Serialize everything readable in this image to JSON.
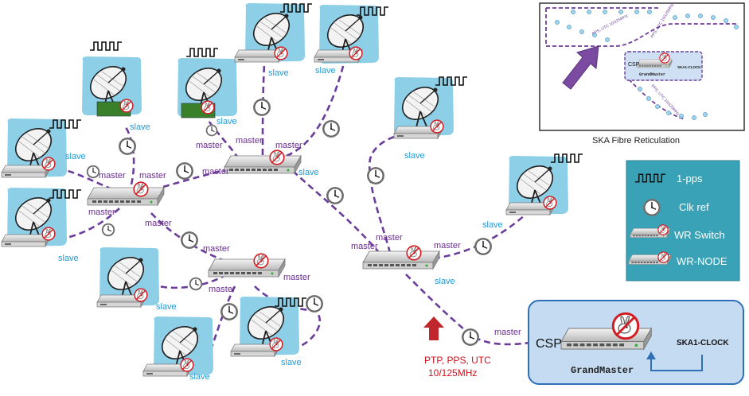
{
  "labels": {
    "slave": "slave",
    "master": "master"
  },
  "inset": {
    "caption": "SKA Fibre Reticulation",
    "csp": "CSP",
    "grandmaster": "GrandMaster",
    "clock": "SKA1-CLOCK",
    "fibre_labels": [
      "PPS, UTC 10/125MHz",
      "PPS, UTC 10/125MHz",
      "PPS, UTC 10/125MHz"
    ]
  },
  "legend": {
    "pps": "1-pps",
    "clk": "Clk ref",
    "switch": "WR Switch",
    "node": "WR-NODE"
  },
  "grandmaster_box": {
    "csp": "CSP",
    "grandmaster": "GrandMaster",
    "clock": "SKA1-CLOCK"
  },
  "ptp_note": {
    "line1": "PTP, PPS, UTC",
    "line2": "10/125MHz"
  },
  "colors": {
    "link": "#6a3d9a",
    "slave_text": "#1e9ad6",
    "master_text": "#6a2c91",
    "antenna_bg": "#8ecfe8",
    "legend_bg": "#3aa2b6",
    "gm_bg": "#c5dbf2",
    "arrow_red": "#c0272d",
    "inset_arrow": "#7b4ba2"
  }
}
